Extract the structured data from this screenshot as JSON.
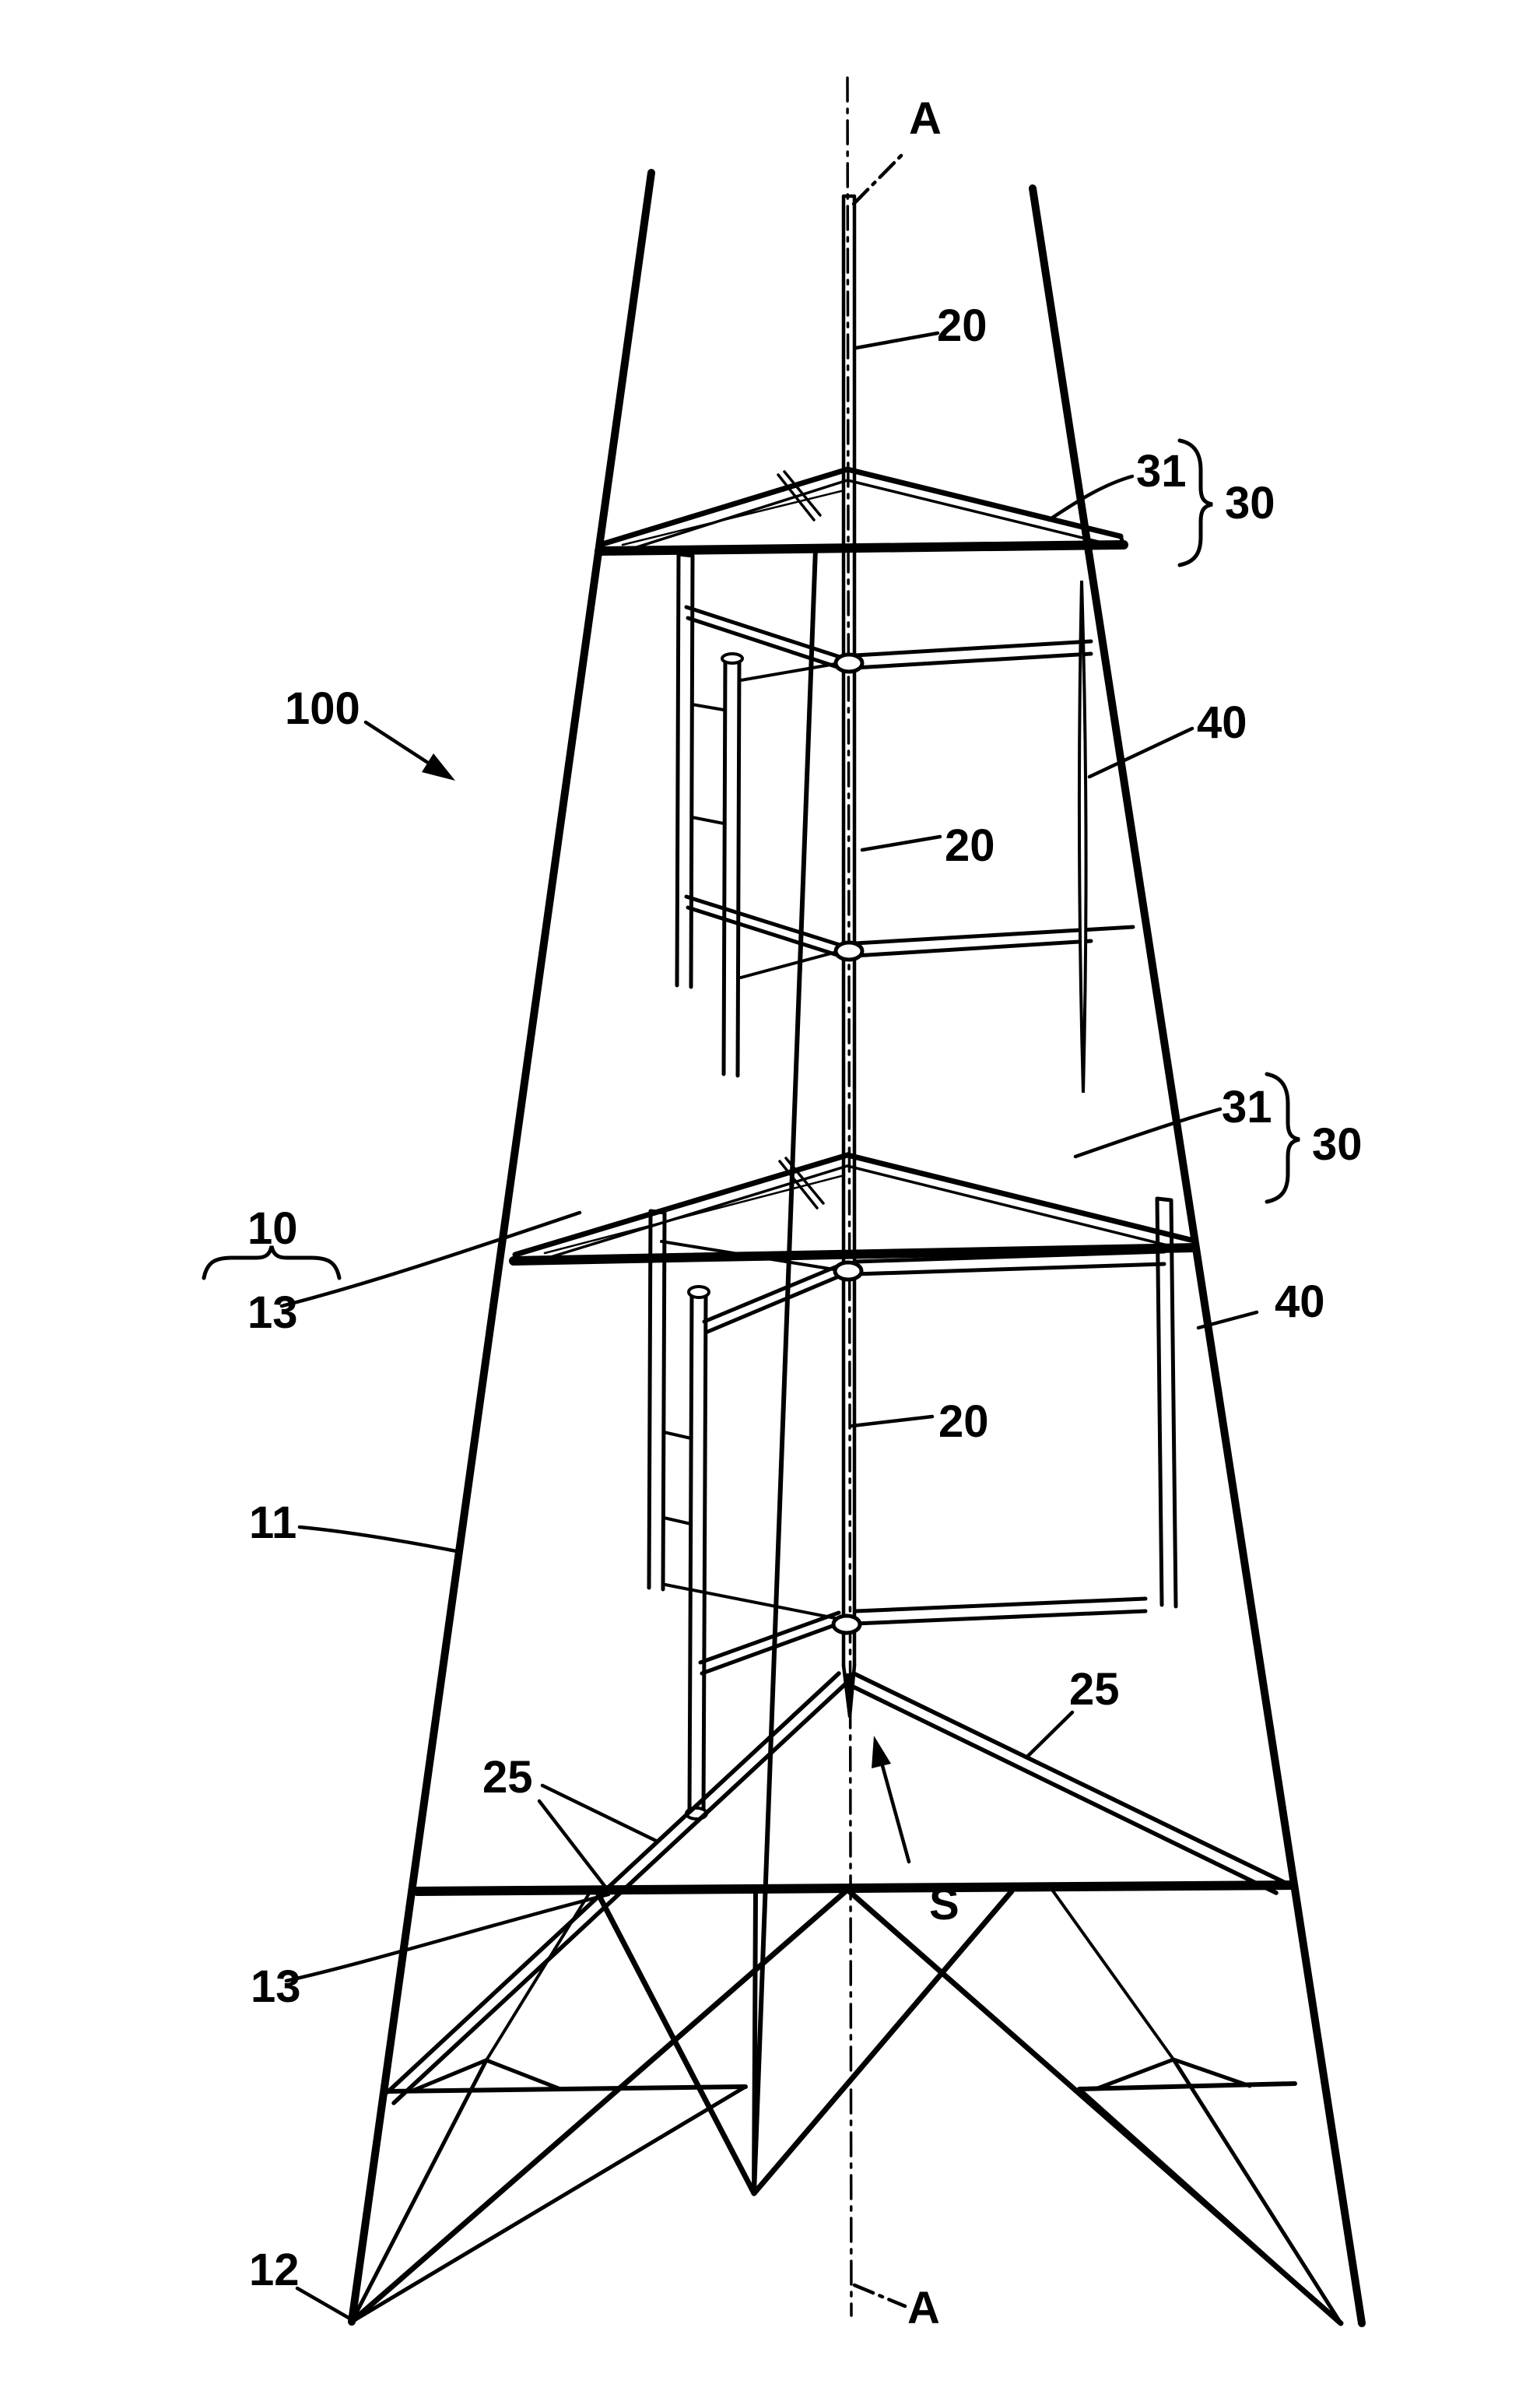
{
  "figure": {
    "kind": "patent line drawing",
    "subject": "lattice tower with stacked vertical-axis wind turbines",
    "background_color": "#ffffff",
    "line_color": "#000000",
    "labels": {
      "axis_top": "A",
      "axis_bottom": "A",
      "assembly": "100",
      "mast_upper": "20",
      "mast_mid": "20",
      "mast_lower": "20",
      "platform_upper_part": "31",
      "platform_upper_group": "30",
      "platform_lower_part": "31",
      "platform_lower_group": "30",
      "blade_upper": "40",
      "blade_lower": "40",
      "tower_group": "10",
      "brace_upper": "13",
      "brace_lower": "13",
      "leg": "11",
      "support_left": "25",
      "support_right": "25",
      "support_tip": "S",
      "base": "12"
    }
  }
}
